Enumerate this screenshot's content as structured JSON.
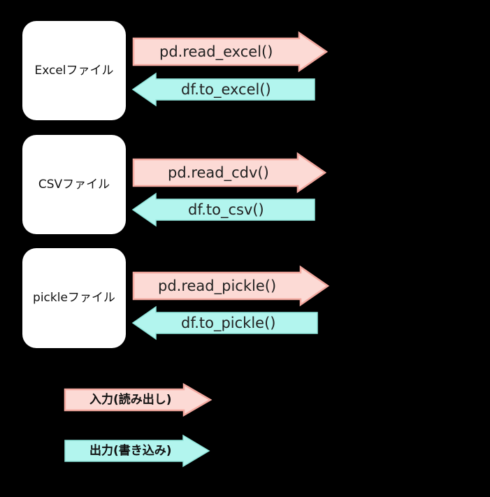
{
  "diagram": {
    "title": "pandas file input/output diagram",
    "background_color": "#000000",
    "colors": {
      "box_fill": "#ffffff",
      "box_text": "#111111",
      "input_arrow_fill": "#fcdad5",
      "input_arrow_border": "#f4a9a0",
      "output_arrow_fill": "#b2f5ee",
      "output_arrow_border": "#8fe6dc",
      "arrow_text": "#222222"
    },
    "rows": [
      {
        "box_label": "Excelファイル",
        "read_label": "pd.read_excel()",
        "write_label": "df.to_excel()"
      },
      {
        "box_label": "CSVファイル",
        "read_label": "pd.read_cdv()",
        "write_label": "df.to_csv()"
      },
      {
        "box_label": "pickleファイル",
        "read_label": "pd.read_pickle()",
        "write_label": "df.to_pickle()"
      }
    ],
    "legend": [
      {
        "label": "入力(読み出し)",
        "kind": "input"
      },
      {
        "label": "出力(書き込み)",
        "kind": "output"
      }
    ]
  }
}
